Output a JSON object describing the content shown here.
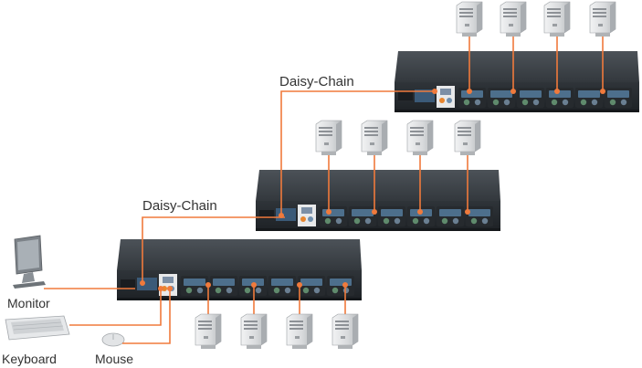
{
  "labels": {
    "daisy_chain_upper": "Daisy-Chain",
    "daisy_chain_lower": "Daisy-Chain",
    "monitor": "Monitor",
    "keyboard": "Keyboard",
    "mouse": "Mouse"
  },
  "colors": {
    "cable": "#f07a3c",
    "switch_body": "#3a3f44",
    "switch_front": "#2a2e33",
    "server": "#d5d7d9",
    "label_text": "#333333"
  },
  "devices": {
    "kvm_switches": 3,
    "servers_per_switch": 4
  }
}
